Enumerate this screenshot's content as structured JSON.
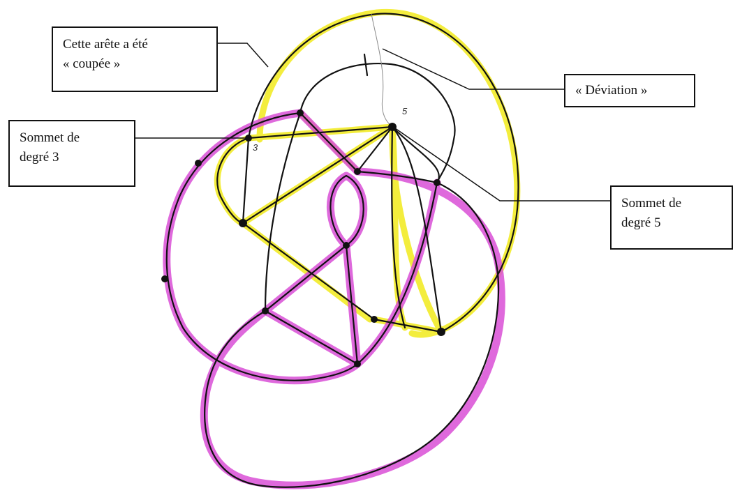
{
  "callouts": {
    "cut_edge": {
      "line1": "Cette arête a été",
      "line2": "« coupée »"
    },
    "deviation": "« Déviation »",
    "degree3": {
      "line1": "Sommet de",
      "line2": "degré 3"
    },
    "degree5": {
      "line1": "Sommet de",
      "line2": "degré 5"
    }
  },
  "vertex_annotations": {
    "degree3_mark": "3",
    "degree5_mark": "5"
  },
  "colors": {
    "yellow_highlight": "#f2ea1c",
    "magenta_highlight": "#d94fd6",
    "ink": "#111111"
  }
}
